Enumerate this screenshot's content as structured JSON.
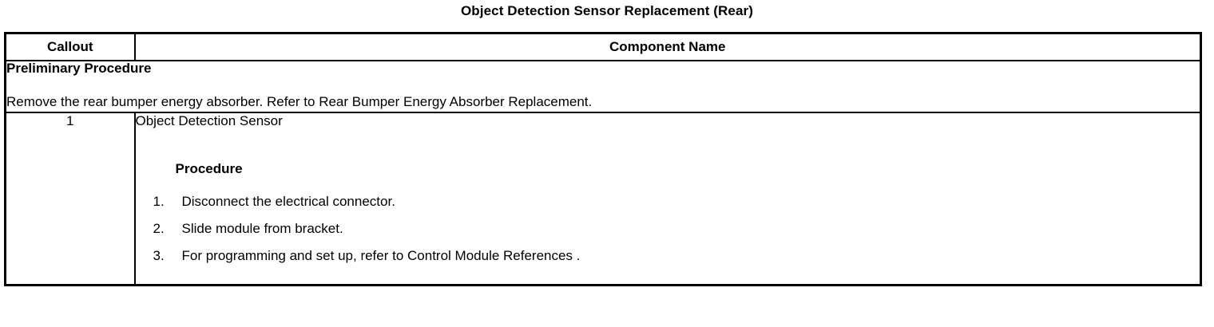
{
  "document": {
    "title": "Object Detection Sensor Replacement (Rear)"
  },
  "table": {
    "headers": {
      "callout": "Callout",
      "component_name": "Component Name"
    },
    "preliminary": {
      "heading": "Preliminary Procedure",
      "body": "Remove the rear bumper energy absorber. Refer to Rear Bumper Energy Absorber Replacement."
    },
    "rows": [
      {
        "callout": "1",
        "component_name": "Object Detection Sensor",
        "procedure_heading": "Procedure",
        "steps": [
          {
            "num": "1.",
            "text": "Disconnect the electrical connector."
          },
          {
            "num": "2.",
            "text": "Slide module from bracket."
          },
          {
            "num": "3.",
            "text": "For programming and set up, refer to Control Module References ."
          }
        ]
      }
    ]
  }
}
